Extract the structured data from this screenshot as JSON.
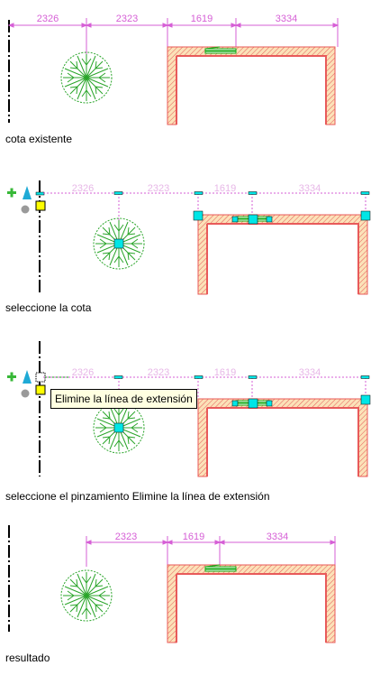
{
  "colors": {
    "dimension": "#d65fd6",
    "tree": "#2aa52a",
    "wall_outer": "#e85a5a",
    "wall_fill": "#f3b25c",
    "window": "#13a813",
    "grip_cyan": "#00e6e6",
    "grip_yellow": "#ffff00",
    "add_icon": "#38b838",
    "triangle": "#1faad6",
    "dot": "#9a9a9a",
    "tooltip_bg": "#ffffe1"
  },
  "panels": [
    {
      "caption": "cota existente",
      "dims": [
        "2326",
        "2323",
        "1619",
        "3334"
      ]
    },
    {
      "caption": "seleccione la cota",
      "dims": [
        "2326",
        "2323",
        "1619",
        "3334"
      ]
    },
    {
      "caption": "seleccione el pinzamiento Elimine la línea de extensión",
      "dims": [
        "2326",
        "2323",
        "1619",
        "3334"
      ],
      "tooltip": "Elimine la línea de extensión"
    },
    {
      "caption": "resultado",
      "dims": [
        "2323",
        "1619",
        "3334"
      ]
    }
  ]
}
